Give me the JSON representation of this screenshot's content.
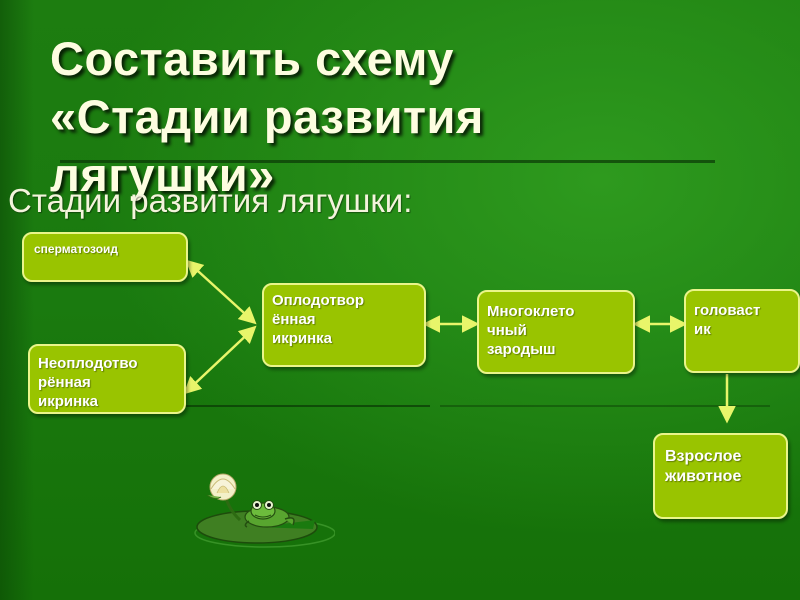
{
  "slide": {
    "title": "Составить схему\n«Стадии развития\nлягушки»",
    "subtitle": "Стадии развития лягушки:"
  },
  "diagram": {
    "nodes": {
      "sperm": "сперматозоид",
      "unfertilized_egg": "Неоплодотво\nрённая\nикринка",
      "fertilized_egg": "Оплодотвор\nённая\nикринка",
      "multicellular_embryo": "Многоклето\nчный\nзародыш",
      "tadpole": "головаст\nик",
      "adult": "Взрослое\nживотное"
    },
    "edges": [
      [
        "sperm",
        "fertilized_egg"
      ],
      [
        "unfertilized_egg",
        "fertilized_egg"
      ],
      [
        "fertilized_egg",
        "multicellular_embryo"
      ],
      [
        "multicellular_embryo",
        "tadpole"
      ],
      [
        "tadpole",
        "adult"
      ]
    ],
    "colors": {
      "background": "#1f7a12",
      "node_fill": "#99c400",
      "node_border": "#eaf58a",
      "arrow": "#e8f56a",
      "title_text": "#fdfde0"
    }
  },
  "decorations": {
    "clipart": "frog-on-lily-pad-icon"
  }
}
